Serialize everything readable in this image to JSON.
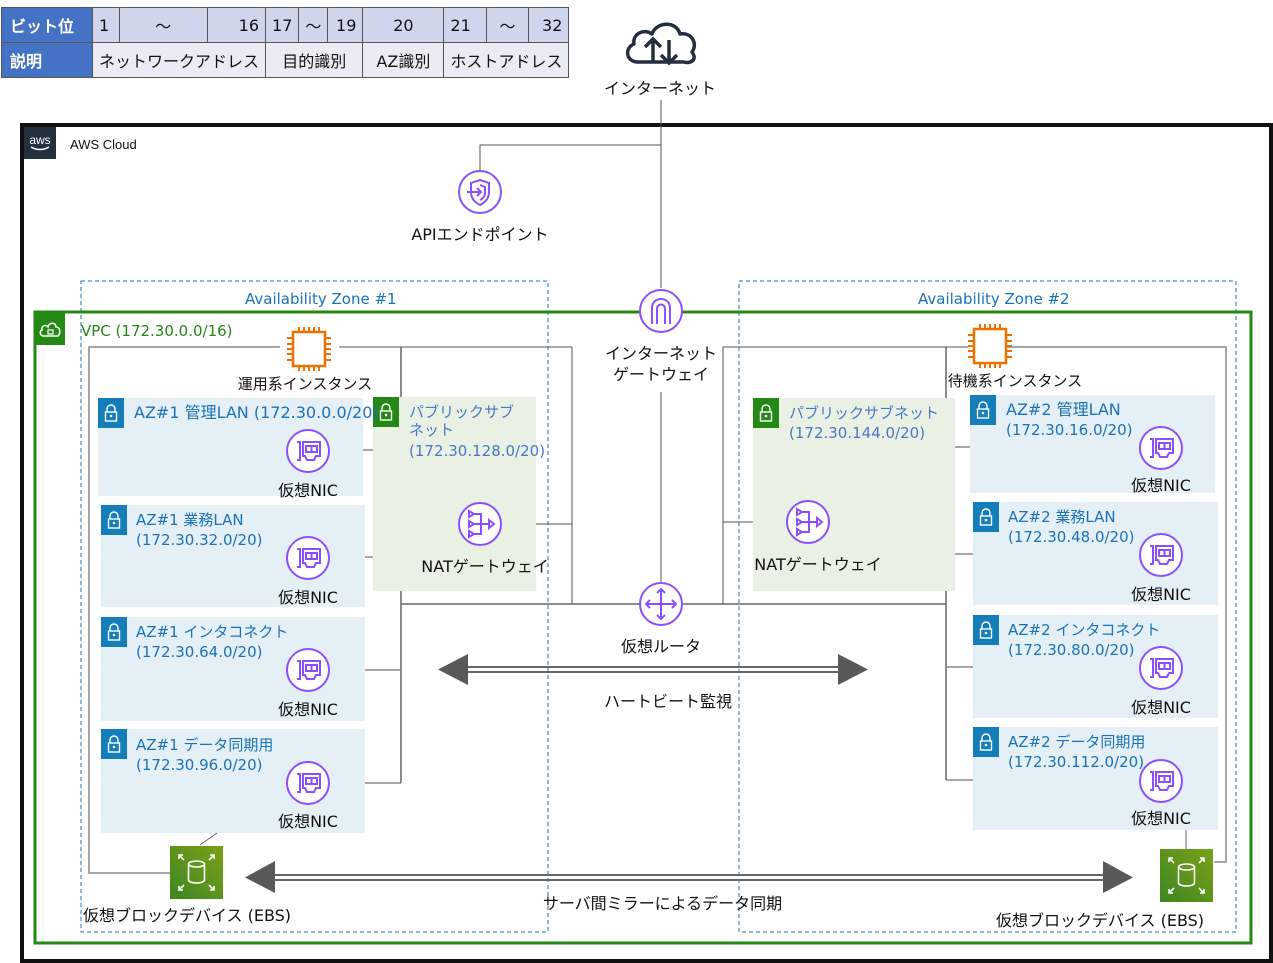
{
  "bit_table": {
    "row1_header": "ビット位",
    "row1_cells": [
      "1",
      "～",
      "16",
      "17",
      "～",
      "19",
      "20",
      "21",
      "～",
      "32"
    ],
    "row2_header": "説明",
    "row2_cells": [
      "ネットワークアドレス",
      "目的識別",
      "AZ識別",
      "ホストアドレス"
    ]
  },
  "internet": {
    "label": "インターネット",
    "icon": "cloud-upload-download-icon"
  },
  "aws_cloud": {
    "label": "AWS Cloud",
    "logo_text": "aws"
  },
  "api_endpoint": {
    "label": "APIエンドポイント"
  },
  "az1": {
    "title": "Availability Zone #1",
    "instance_label": "運用系インスタンス",
    "public_subnet": {
      "name_line1": "パブリックサブ",
      "name_line2": "ネット",
      "cidr": "(172.30.128.0/20)",
      "nat_label": "NATゲートウェイ"
    },
    "subnets": [
      {
        "name": "AZ#1 管理LAN (172.30.0.0/20)",
        "cidr": "",
        "nic_label": "仮想NIC"
      },
      {
        "name": "AZ#1 業務LAN",
        "cidr": "(172.30.32.0/20)",
        "nic_label": "仮想NIC"
      },
      {
        "name": "AZ#1 インタコネクト",
        "cidr": "(172.30.64.0/20)",
        "nic_label": "仮想NIC"
      },
      {
        "name": "AZ#1 データ同期用",
        "cidr": "(172.30.96.0/20)",
        "nic_label": "仮想NIC"
      }
    ],
    "ebs_label": "仮想ブロックデバイス (EBS)"
  },
  "az2": {
    "title": "Availability Zone #2",
    "instance_label": "待機系インスタンス",
    "public_subnet": {
      "name_line1": "パブリックサブネット",
      "cidr": "(172.30.144.0/20)",
      "nat_label": "NATゲートウェイ"
    },
    "subnets": [
      {
        "name": "AZ#2 管理LAN",
        "cidr": "(172.30.16.0/20)",
        "nic_label": "仮想NIC"
      },
      {
        "name": "AZ#2 業務LAN",
        "cidr": "(172.30.48.0/20)",
        "nic_label": "仮想NIC"
      },
      {
        "name": "AZ#2 インタコネクト",
        "cidr": "(172.30.80.0/20)",
        "nic_label": "仮想NIC"
      },
      {
        "name": "AZ#2 データ同期用",
        "cidr": "(172.30.112.0/20)",
        "nic_label": "仮想NIC"
      }
    ],
    "ebs_label": "仮想ブロックデバイス (EBS)"
  },
  "vpc": {
    "label": "VPC (172.30.0.0/16)"
  },
  "igw": {
    "line1": "インターネット",
    "line2": "ゲートウェイ"
  },
  "router": {
    "label": "仮想ルータ"
  },
  "heartbeat": {
    "label": "ハートビート監視"
  },
  "mirror": {
    "label": "サーバ間ミラーによるデータ同期"
  },
  "colors": {
    "vpc_green": "#248814",
    "subnet_blue": "#147eba",
    "az_blue": "#1a73b8",
    "service_purple": "#8c4fff",
    "ec2_orange": "#ed7100",
    "ebs_green": "#3f8624",
    "table_header": "#4472c4"
  }
}
